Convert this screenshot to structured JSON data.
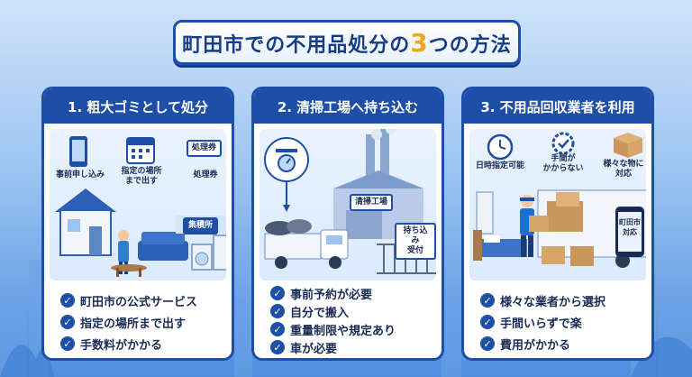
{
  "banner": {
    "title_pre": "町田市での不用品処分の",
    "title_num": "3",
    "title_post": "つの方法"
  },
  "cards": [
    {
      "title": "1. 粗大ゴミとして処分",
      "labels": [
        "事前申し込み",
        "指定の場所\nまで出す",
        "処理券"
      ],
      "ticket": "処理券",
      "sign": "集積所",
      "points": [
        "町田市の公式サービス",
        "指定の場所まで出す",
        "手数料がかかる"
      ]
    },
    {
      "title": "2. 清掃工場へ持ち込む",
      "factory_sign": "清掃工場",
      "gate_sign": "持ち込み\n受付",
      "points": [
        "事前予約が必要",
        "自分で搬入",
        "重量制限や規定あり",
        "車が必要"
      ]
    },
    {
      "title": "3. 不用品回収業者を利用",
      "labels": [
        "日時指定可能",
        "手間が\nかからない",
        "様々な物に\n対応"
      ],
      "phone": "町田市\n対応",
      "points": [
        "様々な業者から選択",
        "手間いらずで楽",
        "費用がかかる"
      ]
    }
  ],
  "colors": {
    "brand": "#1d4fa8",
    "accent": "#f2a81d",
    "text": "#1a2c55"
  }
}
